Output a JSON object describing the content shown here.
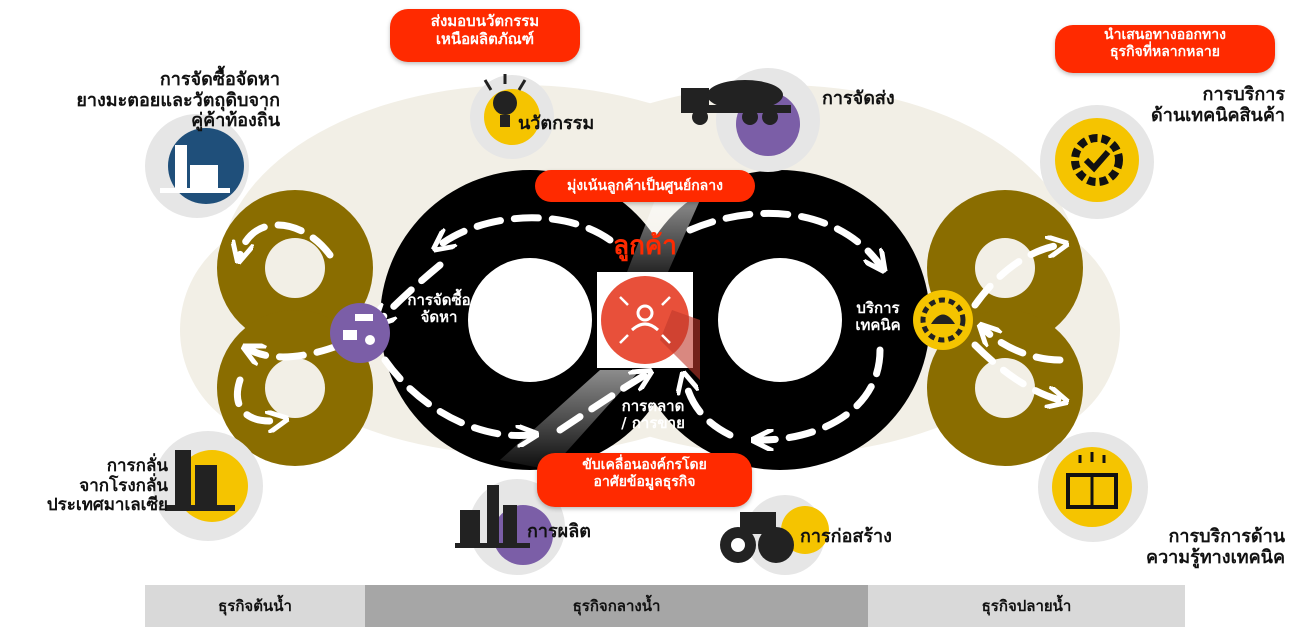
{
  "callouts": {
    "innovation": "ส่งมอบนวัตกรรม\nเหนือผลิตภัณฑ์",
    "business_options": "นำเสนอทางออกทาง\nธุรกิจที่หลากหลาย",
    "customer_centric": "มุ่งเน้นลูกค้าเป็นศูนย์กลาง",
    "data_driven": "ขับเคลื่อนองค์กรโดย\nอาศัยข้อมูลธุรกิจ"
  },
  "center": {
    "customer": "ลูกค้า",
    "procurement": "การจัดซื้อ\nจัดหา",
    "technical_service": "บริการ\nเทคนิค",
    "marketing": "การตลาด\n/ การขาย"
  },
  "nodes": {
    "sourcing": "การจัดซื้อจัดหา\nยางมะตอยและวัตถุดิบจาก\nคู่ค้าท้องถิ่น",
    "innovation": "นวัตกรรม",
    "logistics": "การจัดส่ง",
    "product_tech": "การบริการ\nด้านเทคนิคสินค้า",
    "refining": "การกลั่น\nจากโรงกลั่น\nประเทศมาเลเซีย",
    "production": "การผลิต",
    "construction": "การก่อสร้าง",
    "tech_knowledge": "การบริการด้าน\nความรู้ทางเทคนิค"
  },
  "segments": {
    "upstream": "ธุรกิจต้นน้ำ",
    "midstream": "ธุรกิจกลางน้ำ",
    "downstream": "ธุรกิจปลายน้ำ"
  },
  "colors": {
    "accent_red": "#ff2a00",
    "olive": "#8a6d00",
    "black": "#000000",
    "navy": "#1f4f7a",
    "yellow": "#f5c400",
    "purple": "#7b5ea7",
    "coral": "#e8503a",
    "grey_disc": "#e6e6e6",
    "bar_light": "#d9d9d9",
    "bar_dark": "#a6a6a6"
  }
}
